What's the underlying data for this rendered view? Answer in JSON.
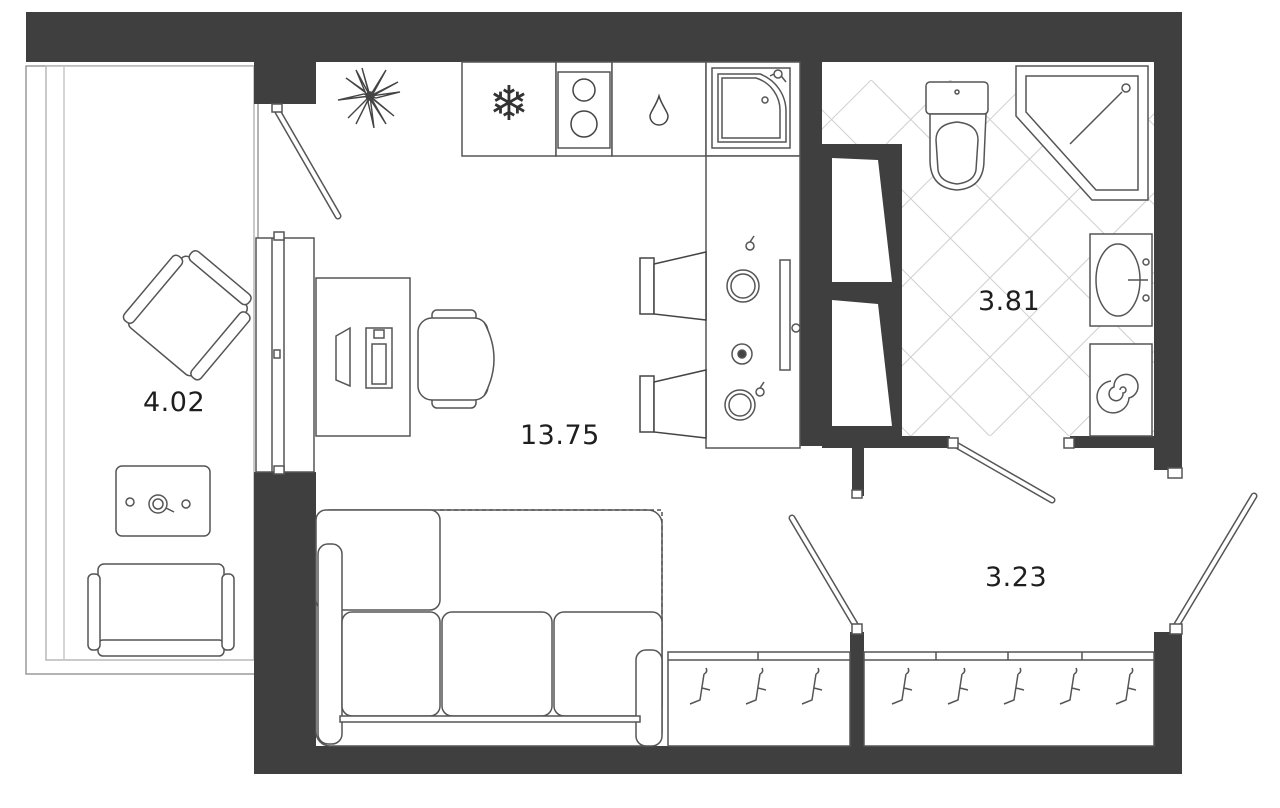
{
  "plan": {
    "rooms": [
      {
        "id": "balcony",
        "area": "4.02"
      },
      {
        "id": "living",
        "area": "13.75"
      },
      {
        "id": "bathroom",
        "area": "3.81"
      },
      {
        "id": "hallway",
        "area": "3.23"
      }
    ],
    "kitchen_icons": [
      "snowflake-icon",
      "stove-burners-icon",
      "water-drop-icon"
    ],
    "colors": {
      "wall": "#3f3f3f",
      "line": "#555555",
      "tile": "#cccccc",
      "background": "#ffffff"
    }
  }
}
